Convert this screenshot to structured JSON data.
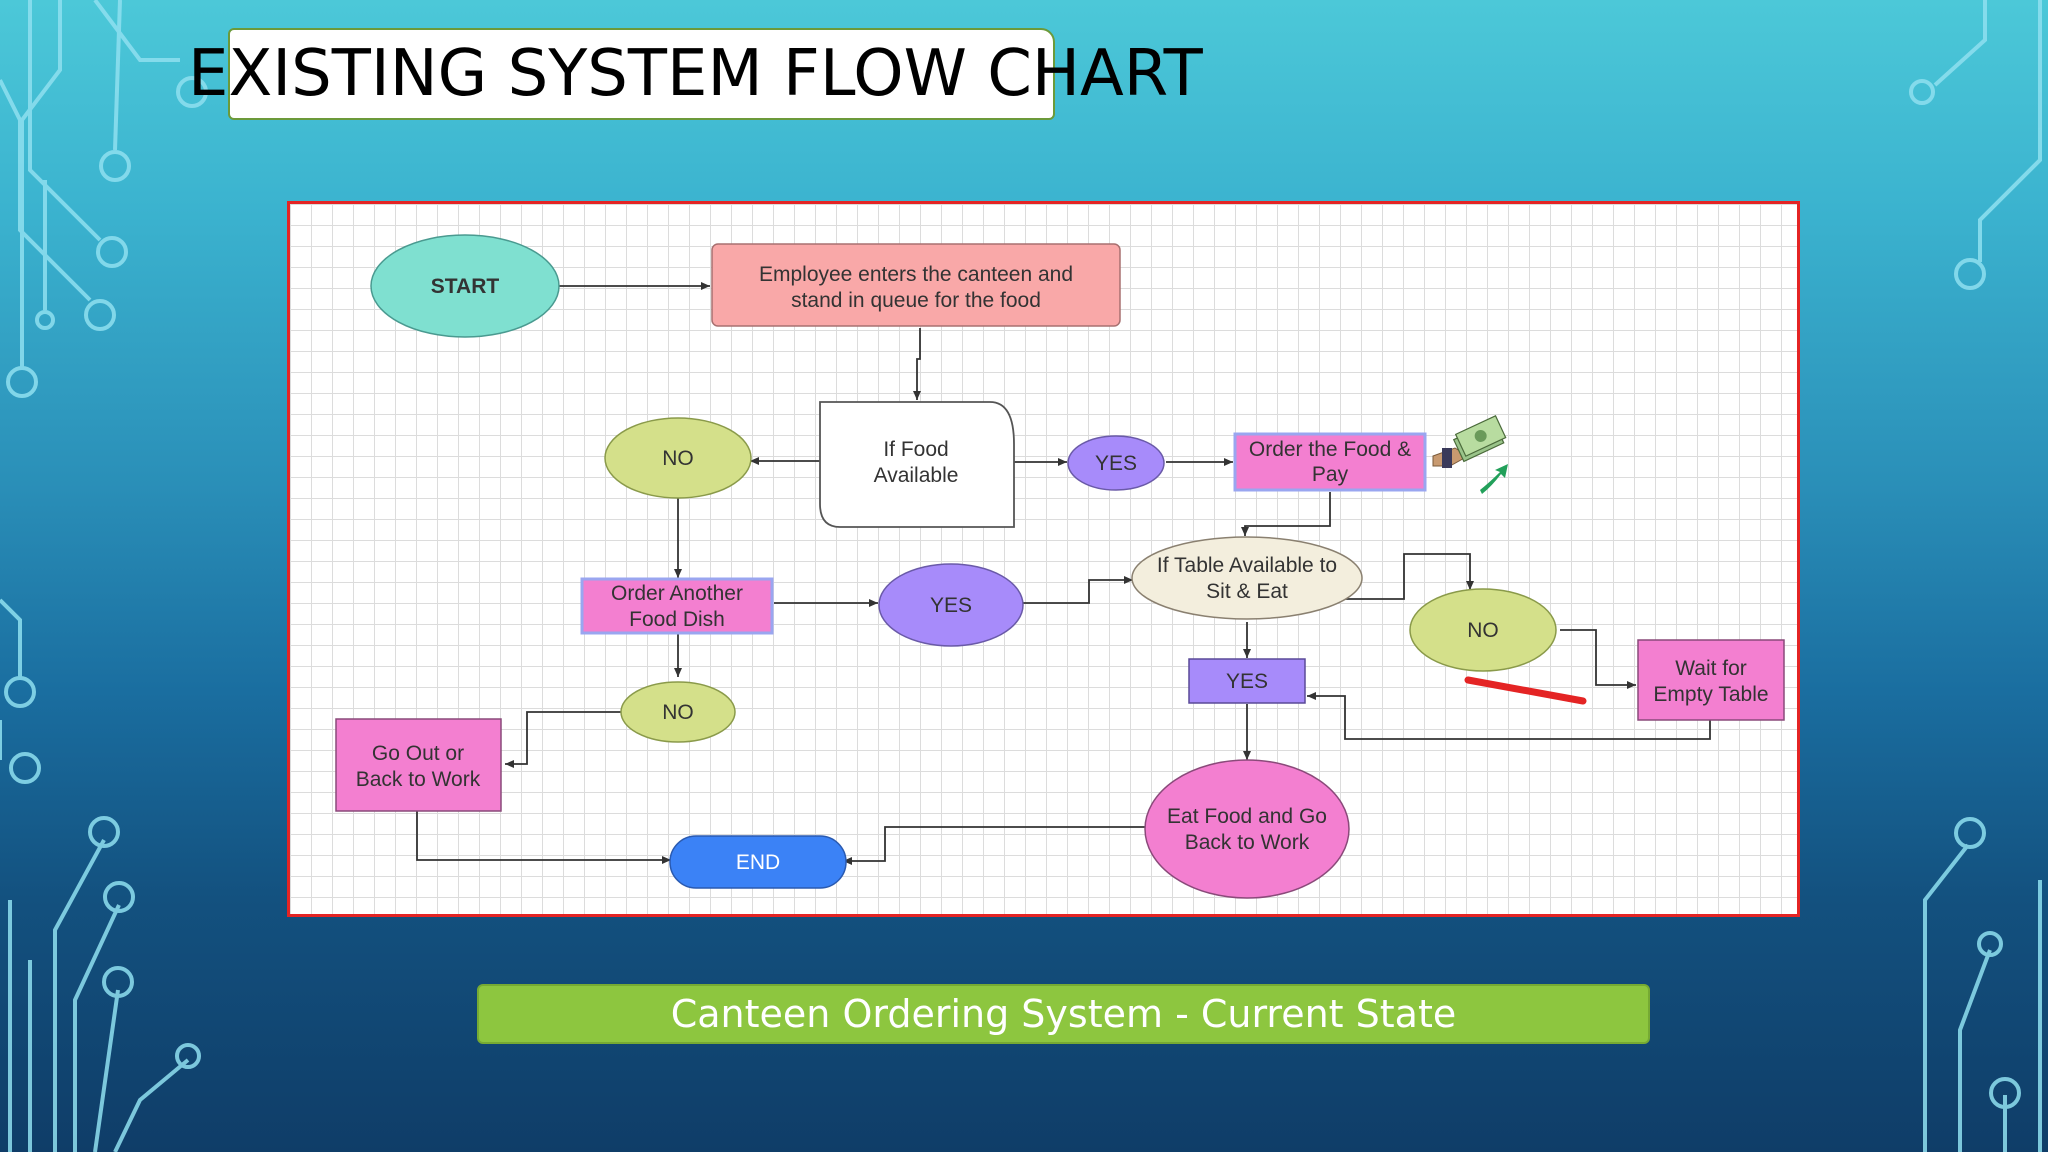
{
  "slide": {
    "title": "EXISTING SYSTEM FLOW CHART",
    "caption": "Canteen Ordering System - Current State"
  },
  "flowchart": {
    "nodes": {
      "start": "START",
      "employee_enters": [
        "Employee enters the canteen and",
        "stand in queue for the food"
      ],
      "if_food_available": [
        "If Food",
        "Available"
      ],
      "no_food": "NO",
      "yes_food": "YES",
      "order_pay": [
        "Order the Food &",
        "Pay"
      ],
      "order_another": [
        "Order Another",
        "Food Dish"
      ],
      "yes_another": "YES",
      "if_table_available": [
        "If Table Available to",
        "Sit & Eat"
      ],
      "no_table": "NO",
      "wait_table": [
        "Wait for",
        "Empty Table"
      ],
      "yes_table": "YES",
      "no_another": "NO",
      "go_out": [
        "Go Out or",
        "Back to Work"
      ],
      "eat_food": [
        "Eat Food and Go",
        "Back to Work"
      ],
      "end": "END"
    },
    "colors": {
      "start": "#7fe0d0",
      "employee_enters": "#f9a8a8",
      "decision_yes": "#a78bfa",
      "decision_no": "#d4e08a",
      "process_pink": "#f37fd0",
      "table_decision": "#f3eedd",
      "eat_food": "#f37fd0",
      "end": "#3b82f6",
      "frame_border": "#e42424",
      "caption_bg": "#8dc63f"
    },
    "annotations": {
      "payment_icon": "hand-money-icon",
      "red_strike": "red-underline-mark"
    }
  }
}
